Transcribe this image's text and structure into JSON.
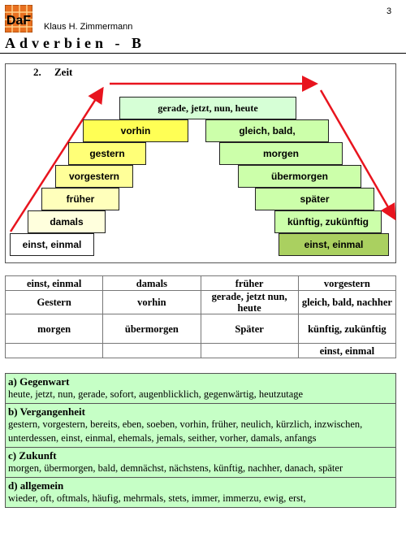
{
  "header": {
    "logo_text": "DaF",
    "author": "Klaus H. Zimmermann",
    "page_number": "3",
    "title": "Adverbien - B"
  },
  "diagram": {
    "heading_number": "2.",
    "heading_label": "Zeit",
    "top_step": "gerade, jetzt, nun, heute",
    "left_steps": [
      "vorhin",
      "gestern",
      "vorgestern",
      "früher",
      "damals",
      "einst, einmal"
    ],
    "right_steps": [
      "gleich, bald,",
      "morgen",
      "übermorgen",
      "später",
      "künftig, zukünftig",
      "einst, einmal"
    ],
    "colors": {
      "top": "#d6ffd6",
      "left_top": "#ffff55",
      "left_fade": "#ffffdd",
      "right": "#ccffaa",
      "right_bottom": "#aad060",
      "arrow": "#e8141e"
    }
  },
  "table": {
    "rows": [
      [
        "einst, einmal",
        "damals",
        "früher",
        "vorgestern"
      ],
      [
        "Gestern",
        "vorhin",
        "gerade, jetzt nun, heute",
        "gleich, bald, nachher"
      ],
      [
        "morgen",
        "übermorgen",
        "Später",
        "künftig, zukünftig"
      ],
      [
        "",
        "",
        "",
        "einst, einmal"
      ]
    ]
  },
  "info": {
    "sections": [
      {
        "title": "a) Gegenwart",
        "text": "heute, jetzt, nun, gerade, sofort, augenblicklich, gegenwärtig, heutzutage"
      },
      {
        "title": "b) Vergangenheit",
        "text": "gestern, vorgestern, bereits, eben, soeben, vorhin, früher, neulich, kürzlich, inzwischen, unterdessen, einst, einmal, ehemals, jemals, seither, vorher, damals, anfangs"
      },
      {
        "title": "c) Zukunft",
        "text": "morgen, übermorgen, bald, demnächst, nächstens, künftig, nachher, danach, später"
      },
      {
        "title": "d) allgemein",
        "text": "wieder, oft, oftmals, häufig, mehrmals, stets, immer, immerzu, ewig, erst,"
      }
    ]
  }
}
